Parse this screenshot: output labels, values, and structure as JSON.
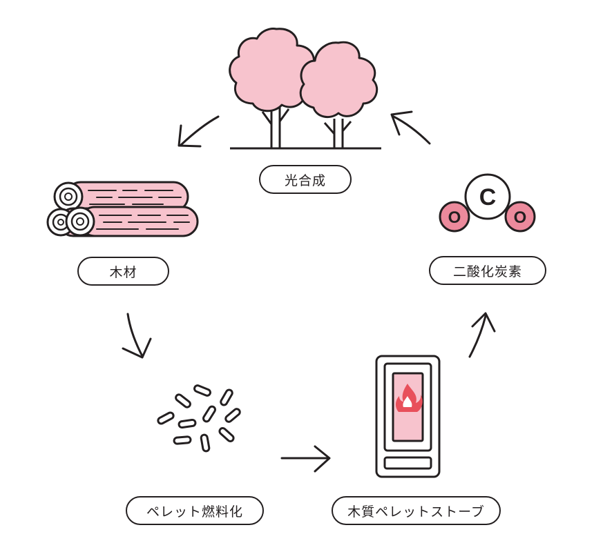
{
  "labels": {
    "photosynthesis": "光合成",
    "wood": "木材",
    "pellet_fuel": "ペレット燃料化",
    "stove": "木質ペレットストーブ",
    "co2": "二酸化炭素"
  },
  "molecule": {
    "center": "C",
    "left": "O",
    "right": "O"
  },
  "colors": {
    "accent_pink": "#f7c3cd",
    "deep_pink": "#ec8a9c",
    "flame": "#e8505b",
    "line": "#231f20"
  }
}
